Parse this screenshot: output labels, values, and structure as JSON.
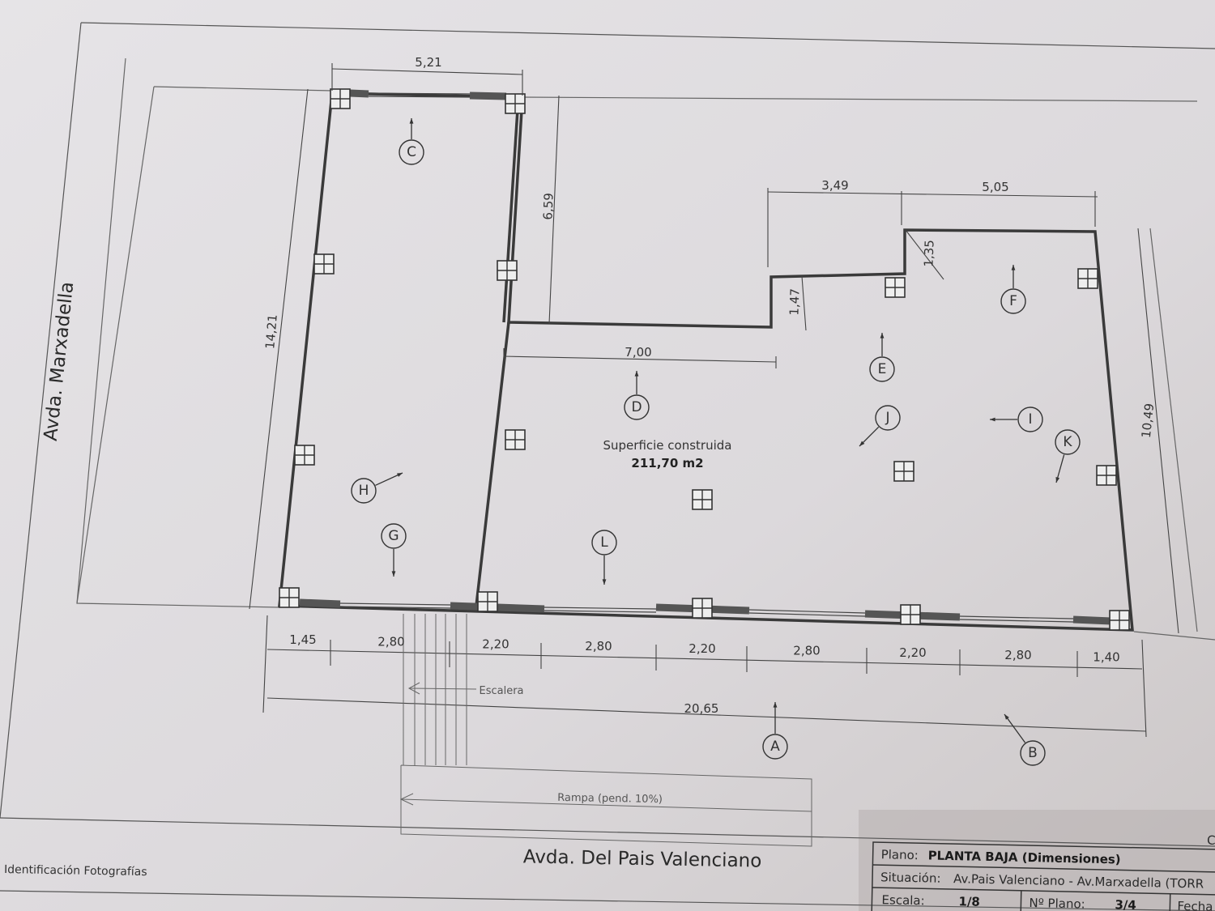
{
  "plan": {
    "street_left": "Avda. Marxadella",
    "street_bottom": "Avda. Del Pais Valenciano",
    "area_label": "Superficie construida",
    "area_value": "211,70 m2",
    "stair_label": "Escalera",
    "ramp_label": "Rampa (pend. 10%)",
    "photo_id_label": "Identificación Fotografías",
    "dimensions": {
      "top_left_width": "5,21",
      "left_height": "14,21",
      "notch_height": "6,59",
      "top_right_a": "3,49",
      "top_right_b": "5,05",
      "step_a": "1,35",
      "step_b": "1,47",
      "middle_width": "7,00",
      "right_height": "10,49",
      "bottom": [
        "1,45",
        "2,80",
        "2,20",
        "2,80",
        "2,20",
        "2,80",
        "2,20",
        "2,80",
        "1,40"
      ],
      "total_width": "20,65"
    },
    "photo_points": [
      "A",
      "B",
      "C",
      "D",
      "E",
      "F",
      "G",
      "H",
      "I",
      "J",
      "K",
      "L"
    ]
  },
  "title_block": {
    "corner_letter": "C",
    "plano_label": "Plano:",
    "plano_value": "PLANTA BAJA (Dimensiones)",
    "situacion_label": "Situación:",
    "situacion_value": "Av.Pais Valenciano - Av.Marxadella (TORR",
    "escala_label": "Escala:",
    "escala_value": "1/8",
    "num_plano_label": "Nº Plano:",
    "num_plano_value": "3/4",
    "fecha_label": "Fecha"
  }
}
